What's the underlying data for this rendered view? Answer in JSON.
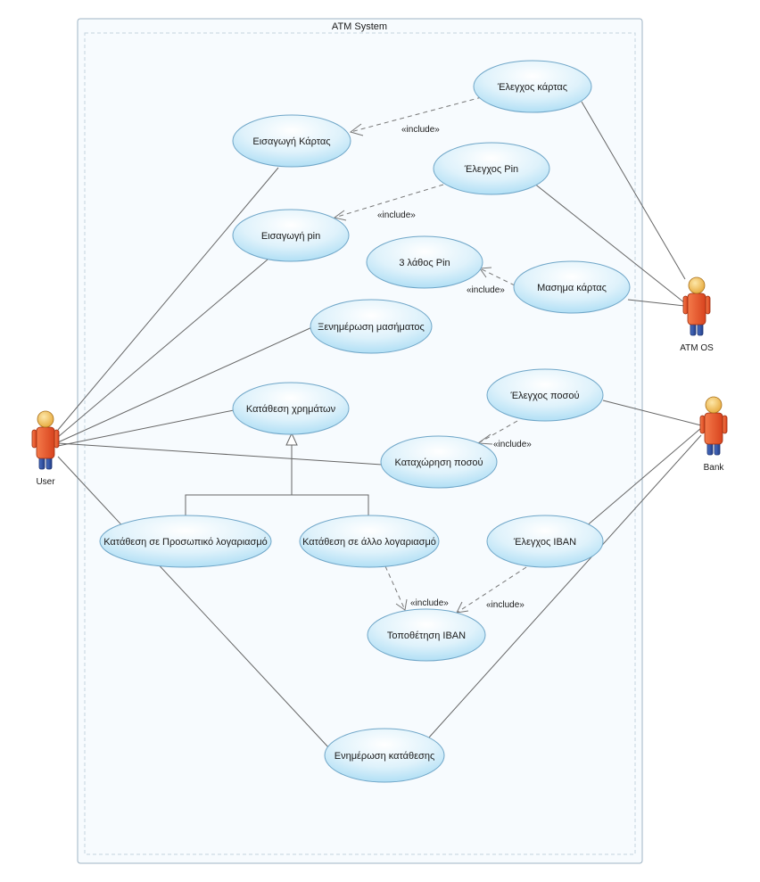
{
  "system": {
    "title": "ATM System"
  },
  "actors": {
    "user": "User",
    "atm_os": "ATM OS",
    "bank": "Bank"
  },
  "use_cases": {
    "card_check": "Έλεγχος κάρτας",
    "card_insert": "Εισαγωγή Κάρτας",
    "pin_check": "Έλεγχος Pin",
    "pin_entry": "Εισαγωγή pin",
    "three_wrong_pin": "3 λάθος Pin",
    "card_capture": "Μασημα κάρτας",
    "capture_notify": "Ξενημέρωση μασήματος",
    "deposit": "Κατάθεση χρημάτων",
    "amount_check": "Έλεγχος ποσού",
    "amount_entry": "Καταχώρηση ποσού",
    "deposit_personal": "Κατάθεση σε Προσωπικό  λογαριασμό",
    "deposit_other": "Κατάθεση σε άλλο λογαριασμό",
    "iban_check": "Έλεγχος IBAN",
    "iban_entry": "Τοποθέτηση IBAN",
    "deposit_notify": "Ενημέρωση κατάθεσης"
  },
  "relationships": {
    "include_label": "«include»"
  },
  "colors": {
    "boundary_stroke": "#9fb4c4",
    "boundary_fill": "#f7fbfe",
    "usecase_fill_top": "#ffffff",
    "usecase_fill_bottom": "#a9dcf4",
    "usecase_stroke": "#6fa6c8",
    "line": "#555555",
    "actor_body": "#e8542a",
    "actor_head": "#f2c061",
    "actor_legs": "#2b4b9a"
  }
}
